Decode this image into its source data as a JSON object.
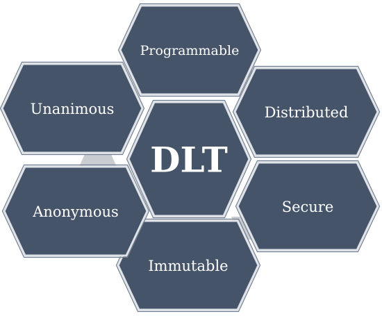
{
  "colors": {
    "hex_fill": "#46546a",
    "hex_border": "#dfe3e8",
    "text": "#ffffff",
    "connector": "#c9ccd0",
    "background": "#ffffff"
  },
  "diagram": {
    "center": {
      "label": "DLT"
    },
    "nodes": [
      {
        "id": "programmable",
        "label": "Programmable"
      },
      {
        "id": "distributed",
        "label": "Distributed"
      },
      {
        "id": "secure",
        "label": "Secure"
      },
      {
        "id": "immutable",
        "label": "Immutable"
      },
      {
        "id": "anonymous",
        "label": "Anonymous"
      },
      {
        "id": "unanimous",
        "label": "Unanimous"
      }
    ]
  }
}
